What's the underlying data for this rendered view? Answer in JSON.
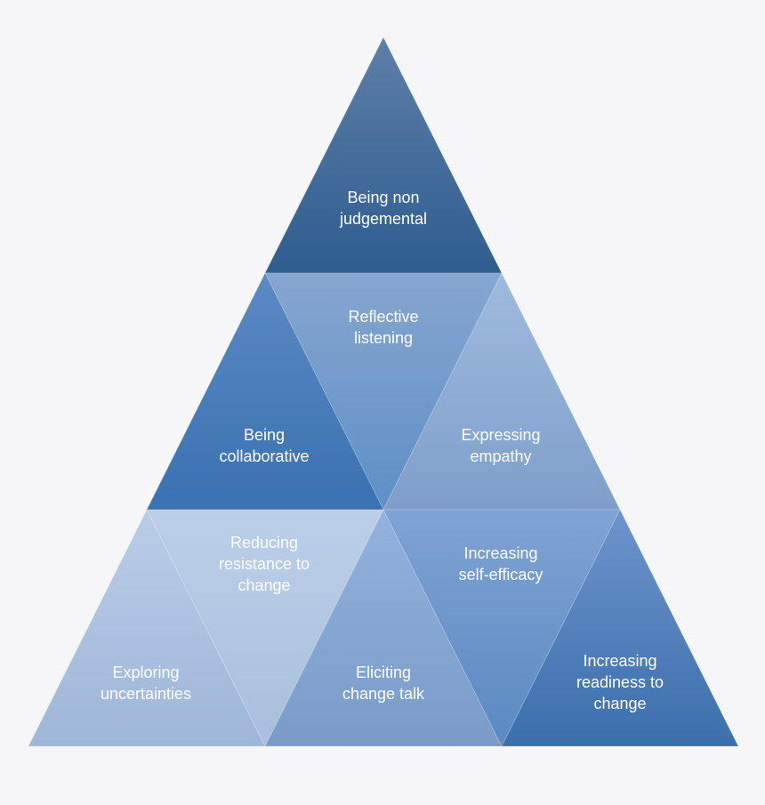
{
  "diagram": {
    "background": "#f6f6f8",
    "segments": [
      {
        "id": "top",
        "lines": [
          "Being non",
          "judgemental"
        ],
        "color_from": "#5d7fa8",
        "color_to": "#2e5d8f"
      },
      {
        "id": "reflective",
        "lines": [
          "Reflective",
          "listening"
        ],
        "color_from": "#86a6cf",
        "color_to": "#5e8fc7"
      },
      {
        "id": "collaborative",
        "lines": [
          "Being",
          "collaborative"
        ],
        "color_from": "#5b8ac4",
        "color_to": "#3a71b0"
      },
      {
        "id": "empathy",
        "lines": [
          "Expressing",
          "empathy"
        ],
        "color_from": "#9fbadf",
        "color_to": "#7e9ec9"
      },
      {
        "id": "uncertainties",
        "lines": [
          "Exploring",
          "uncertainties"
        ],
        "color_from": "#b9cde8",
        "color_to": "#9eb6d8"
      },
      {
        "id": "resistance",
        "lines": [
          "Reducing",
          "resistance to",
          "change"
        ],
        "color_from": "#bccfe9",
        "color_to": "#a9bfdd"
      },
      {
        "id": "change_talk",
        "lines": [
          "Eliciting",
          "change talk"
        ],
        "color_from": "#93b2dd",
        "color_to": "#7a9bc8"
      },
      {
        "id": "self_efficacy",
        "lines": [
          "Increasing",
          "self-efficacy"
        ],
        "color_from": "#7fa3d4",
        "color_to": "#5a89c2"
      },
      {
        "id": "readiness",
        "lines": [
          "Increasing",
          "readiness to",
          "change"
        ],
        "color_from": "#6d94cc",
        "color_to": "#3b6fac"
      }
    ]
  }
}
